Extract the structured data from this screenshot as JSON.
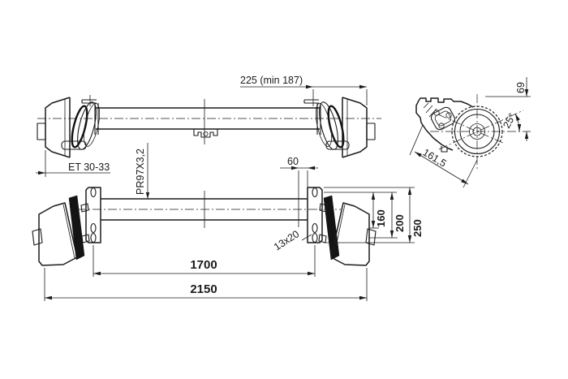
{
  "drawing": {
    "type": "trailer rubber-torsion braked axle, 3-view technical drawing",
    "colors": {
      "line": "#1b1b1b",
      "background": "#ffffff"
    }
  },
  "front_view": {
    "hub_face_distance": "225 (min 187)",
    "wheel_offset": "ET 30-33",
    "tube_profile": "PR97X3,2"
  },
  "plan_view": {
    "bracket_offset": "60",
    "slot_size": "13x20",
    "bracket_spacing": "1700",
    "overall_length": "2150",
    "slot_pitch_1": "160",
    "slot_pitch_2": "200",
    "bracket_height": "250"
  },
  "side_view": {
    "top_height": "69",
    "arm_angle": "25°",
    "arm_length": "161,5"
  }
}
